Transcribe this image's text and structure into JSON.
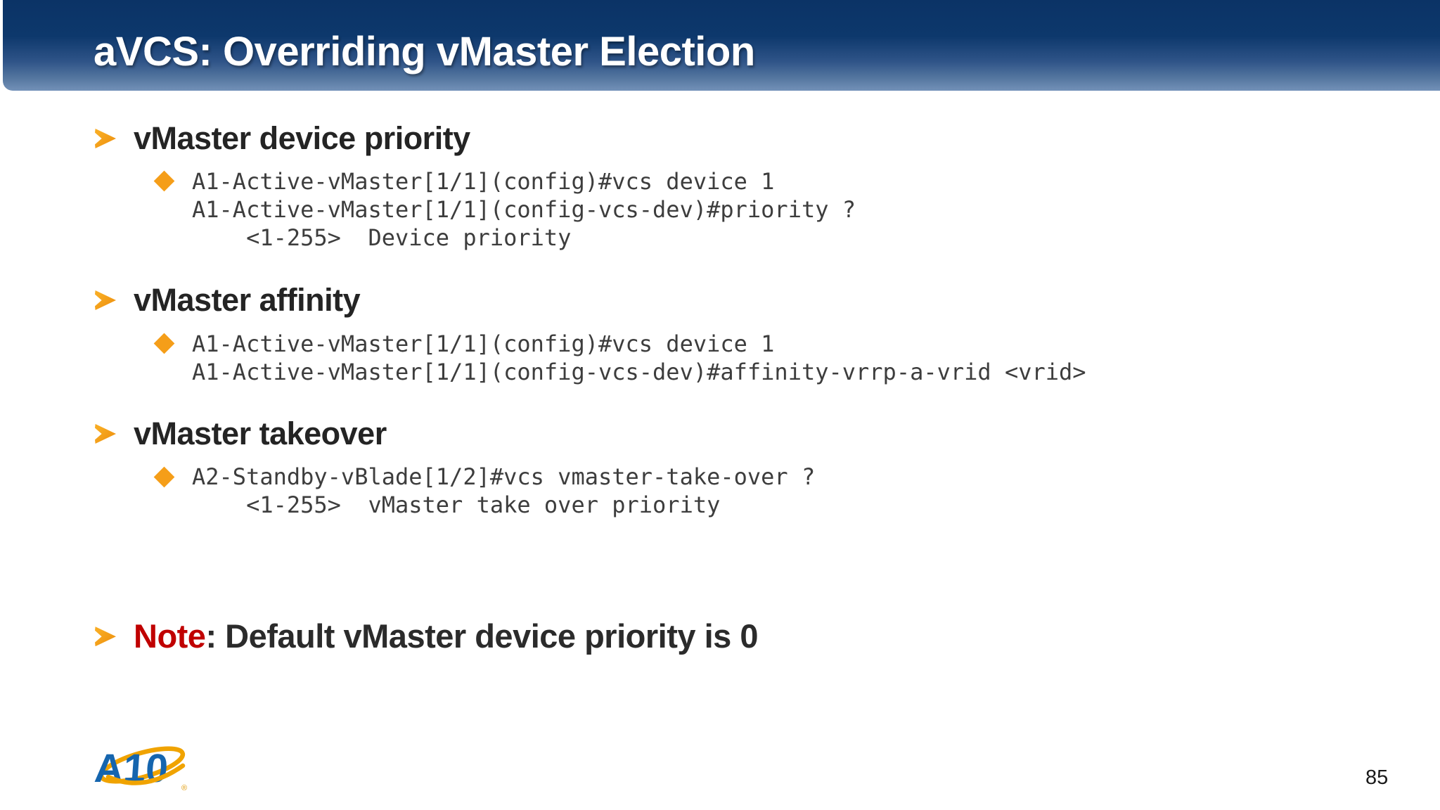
{
  "slide": {
    "title": "aVCS: Overriding vMaster Election",
    "sections": [
      {
        "heading": "vMaster device priority",
        "code": [
          "A1-Active-vMaster[1/1](config)#vcs device 1",
          "A1-Active-vMaster[1/1](config-vcs-dev)#priority ?",
          "    <1-255>  Device priority"
        ]
      },
      {
        "heading": "vMaster affinity",
        "code": [
          "A1-Active-vMaster[1/1](config)#vcs device 1",
          "A1-Active-vMaster[1/1](config-vcs-dev)#affinity-vrrp-a-vrid <vrid>"
        ]
      },
      {
        "heading": "vMaster takeover",
        "code": [
          "A2-Standby-vBlade[1/2]#vcs vmaster-take-over ?",
          "    <1-255>  vMaster take over priority"
        ]
      }
    ],
    "note": {
      "label": "Note",
      "text": ": Default vMaster device priority is 0"
    },
    "logo": {
      "text": "A10",
      "registered": "®"
    },
    "page_number": "85"
  },
  "colors": {
    "header_top": "#0b3366",
    "header_bottom": "#7391b8",
    "accent_orange": "#f59e19",
    "heading_text": "#242424",
    "code_text": "#3d3d3d",
    "note_red": "#c00000",
    "logo_blue": "#1565ae",
    "logo_gold": "#f0a300"
  }
}
